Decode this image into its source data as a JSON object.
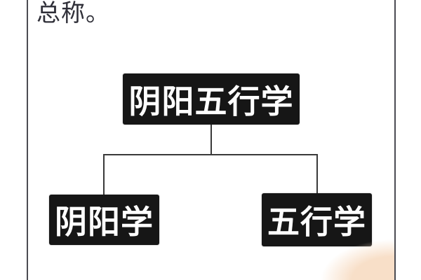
{
  "page": {
    "leading_text": "总称。"
  },
  "diagram": {
    "root": {
      "label": "阴阳五行学"
    },
    "children": [
      {
        "label": "阴阳学"
      },
      {
        "label": "五行学"
      }
    ]
  },
  "colors": {
    "background": "#ffffff",
    "border_line": "#4b4b52",
    "connector": "#3a3a3a",
    "node_bg": "#161616",
    "node_text": "#ffffff",
    "body_text": "#2f2f38",
    "corner_accent": "#f8dfc8"
  }
}
